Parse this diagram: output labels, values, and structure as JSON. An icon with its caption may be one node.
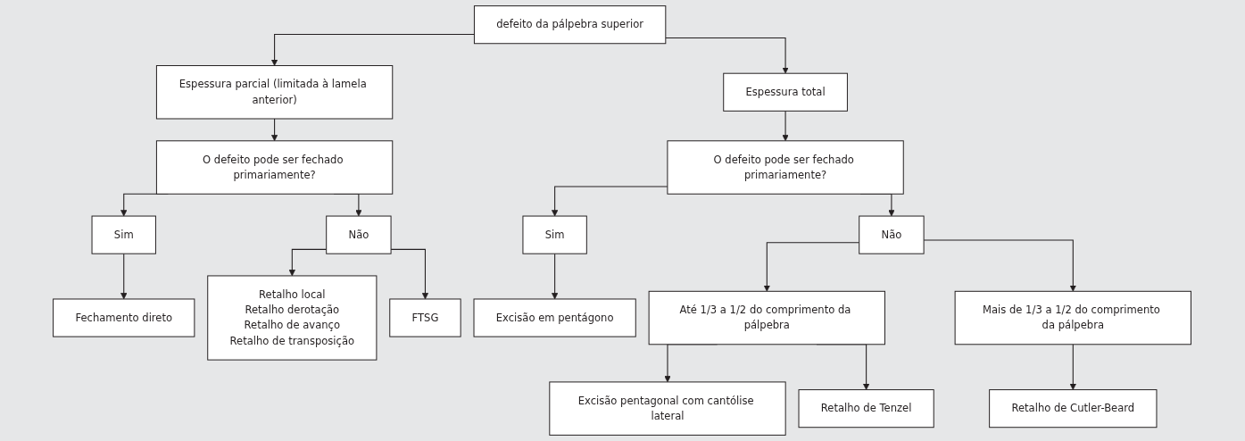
{
  "diagram": {
    "nodes": [
      {
        "text": [
          "defeito da pálpebra superior"
        ]
      },
      {
        "text": [
          "Espessura parcial (limitada à lamela anterior)"
        ]
      },
      {
        "text": [
          "O defeito pode ser fechado primariamente?"
        ]
      },
      {
        "text": [
          "Sim"
        ]
      },
      {
        "text": [
          "Não"
        ]
      },
      {
        "text": [
          "Fechamento direto"
        ]
      },
      {
        "text": [
          "Retalho local",
          "Retalho derotação",
          "Retalho de avanço",
          "Retalho de transposição"
        ]
      },
      {
        "text": [
          "FTSG"
        ]
      },
      {
        "text": [
          "Espessura total"
        ]
      },
      {
        "text": [
          "O defeito pode ser fechado primariamente?"
        ]
      },
      {
        "text": [
          "Sim"
        ]
      },
      {
        "text": [
          "Não"
        ]
      },
      {
        "text": [
          "Excisão em pentágono"
        ]
      },
      {
        "text": [
          "Até 1/3 a 1/2 do comprimento da pálpebra"
        ]
      },
      {
        "text": [
          "Mais de 1/3 a 1/2 do comprimento da pálpebra"
        ]
      },
      {
        "text": [
          "Excisão pentagonal com cantólise lateral"
        ]
      },
      {
        "text": [
          "Retalho de Tenzel"
        ]
      },
      {
        "text": [
          "Retalho de Cutler-Beard"
        ]
      }
    ],
    "edges": [
      {
        "from": 0,
        "to": 1,
        "arrow": "to"
      },
      {
        "from": 0,
        "to": 8,
        "arrow": "to"
      },
      {
        "from": 1,
        "to": 2,
        "arrow": "to"
      },
      {
        "from": 2,
        "to": 3,
        "arrow": "to"
      },
      {
        "from": 2,
        "to": 4,
        "arrow": "to"
      },
      {
        "from": 3,
        "to": 5,
        "arrow": "to"
      },
      {
        "from": 4,
        "to": 6,
        "arrow": "to"
      },
      {
        "from": 4,
        "to": 7,
        "arrow": "to"
      },
      {
        "from": 8,
        "to": 9,
        "arrow": "to"
      },
      {
        "from": 9,
        "to": 10,
        "arrow": "to"
      },
      {
        "from": 9,
        "to": 11,
        "arrow": "to"
      },
      {
        "from": 10,
        "to": 12,
        "arrow": "to"
      },
      {
        "from": 11,
        "to": 13,
        "arrow": "to"
      },
      {
        "from": 11,
        "to": 14,
        "arrow": "to"
      },
      {
        "from": 13,
        "to": 15,
        "arrow": "to"
      },
      {
        "from": 13,
        "to": 16,
        "arrow": "to"
      },
      {
        "from": 14,
        "to": 17,
        "arrow": "to"
      }
    ]
  }
}
